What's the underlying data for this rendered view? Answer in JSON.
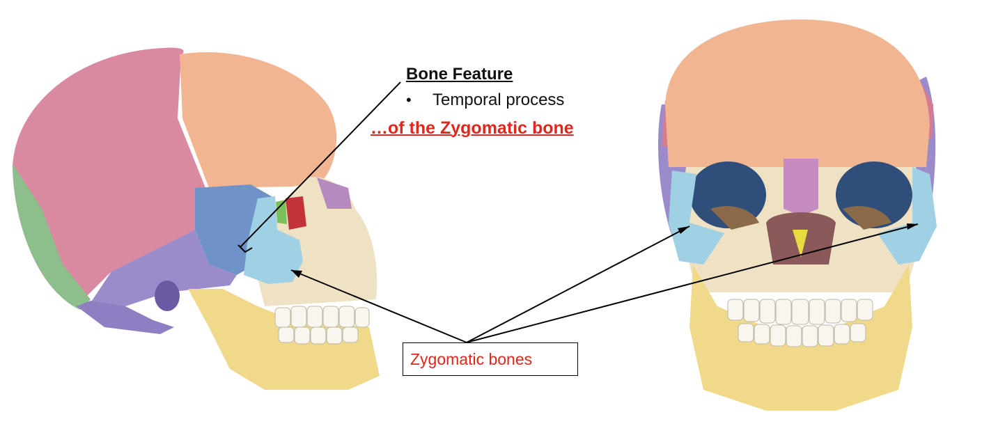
{
  "feature": {
    "heading": "Bone Feature",
    "items": [
      "Temporal process"
    ],
    "subheading": "…of the Zygomatic bone"
  },
  "label": {
    "text": "Zygomatic bones"
  },
  "colors": {
    "accent_red": "#e1261c",
    "parietal": "#d4849a",
    "frontal": "#f0b48c",
    "temporal": "#6a8fc6",
    "sphenoid": "#9a86c8",
    "zygomatic": "#9fcfe2",
    "maxilla": "#efe3c7",
    "mandible": "#f0d88a",
    "occipital": "#8cb98a",
    "nasal": "#c48abf"
  },
  "icons": [
    "skull-lateral-illustration",
    "skull-anterior-illustration"
  ]
}
